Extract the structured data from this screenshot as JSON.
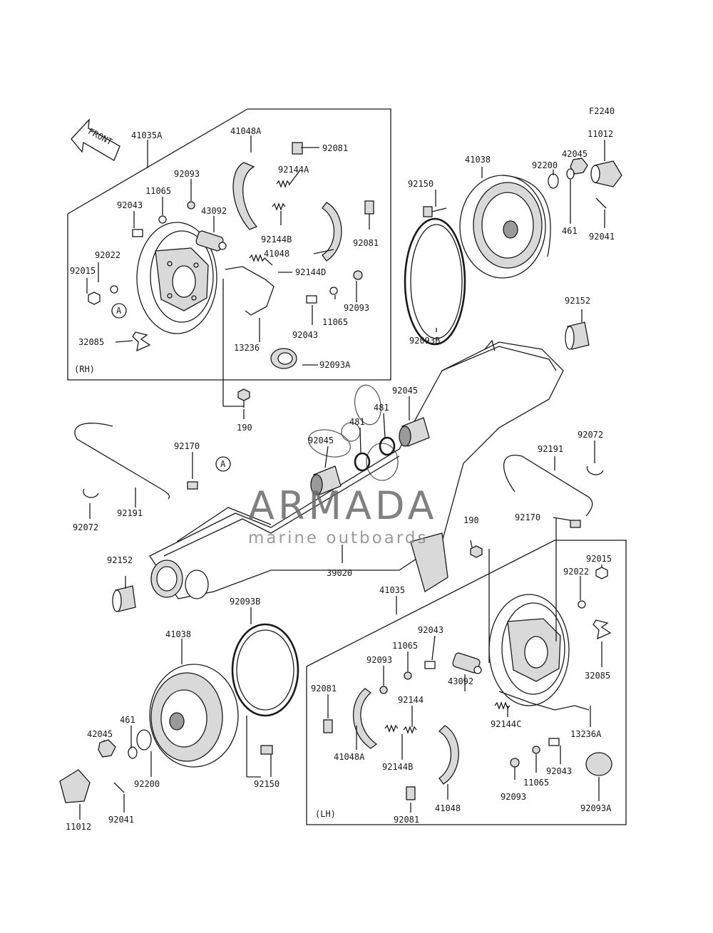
{
  "figure_code": "F2240",
  "front_label": "FRONT",
  "panels": {
    "rh_label": "(RH)",
    "lh_label": "(LH)",
    "a_marker": "A"
  },
  "watermark": {
    "title": "ARMADA",
    "subtitle": "marine outboards",
    "logo_color": "#e27fb3"
  },
  "parts": {
    "p41035A": "41035A",
    "p41048A_rh": "41048A",
    "p92081_rh1": "92081",
    "p92144A": "92144A",
    "p92093_rh": "92093",
    "p11065_rh": "11065",
    "p43092_rh": "43092",
    "p92043_rh": "92043",
    "p92144B_rh": "92144B",
    "p92081_rh2": "92081",
    "p41048_rh": "41048",
    "p92022_rh": "92022",
    "p92015_rh": "92015",
    "p92144D": "92144D",
    "p92093_rh2": "92093",
    "p11065_rh2": "11065",
    "p92043_rh2": "92043",
    "p13236": "13236",
    "p32085_rh": "32085",
    "p92093A_rh": "92093A",
    "p190_top": "190",
    "p41038_top": "41038",
    "p92150_top": "92150",
    "p92200_top": "92200",
    "p42045_top": "42045",
    "p11012_top": "11012",
    "p461_top": "461",
    "p92041_top": "92041",
    "p92093B_top": "92093B",
    "p92152_top": "92152",
    "p92045_a": "92045",
    "p481_a": "481",
    "p481_b": "481",
    "p92045_b": "92045",
    "p92072_r": "92072",
    "p92191_r": "92191",
    "p92170_r": "92170",
    "p92170_l": "92170",
    "p92072_l": "92072",
    "p92191_l": "92191",
    "p190_mid": "190",
    "p92152_l": "92152",
    "p39020": "39020",
    "p92093B_bot": "92093B",
    "p41038_bot": "41038",
    "p461_bot": "461",
    "p42045_bot": "42045",
    "p92200_bot": "92200",
    "p92150_bot": "92150",
    "p11012_bot": "11012",
    "p92041_bot": "92041",
    "p41035": "41035",
    "p92015_lh": "92015",
    "p92022_lh": "92022",
    "p32085_lh": "32085",
    "p92043_lh": "92043",
    "p11065_lh": "11065",
    "p92093_lh": "92093",
    "p92081_lh1": "92081",
    "p43092_lh": "43092",
    "p92144": "92144",
    "p41048A_lh": "41048A",
    "p92144B_lh": "92144B",
    "p92144C": "92144C",
    "p13236A": "13236A",
    "p92043_lh2": "92043",
    "p11065_lh2": "11065",
    "p92093_lh2": "92093",
    "p92081_lh2": "92081",
    "p41048_lh": "41048",
    "p92093A_lh": "92093A"
  }
}
